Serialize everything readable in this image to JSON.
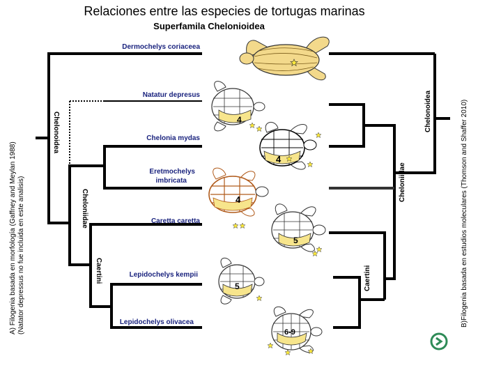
{
  "title": "Relaciones entre las especies de tortugas marinas",
  "subtitle": "Superfamila Chelonioidea",
  "left_caption_line1": "A) Filogenia basada en morfología (Gaffney and Meylan 1988)",
  "left_caption_line2": "(Natator depressus no fue incluida en este analisis)",
  "right_caption": "B)Filogenia basada en estudios moleculares (Thomson and Shaffer 2010)",
  "species": {
    "dermochelys": "Dermochelys  coriaceea",
    "natator": "Natatur depresus",
    "chelonia": "Chelonia mydas",
    "eretmochelys_line1": "Eretmochelys",
    "eretmochelys_line2": "imbricata",
    "caretta": "Caretta caretta",
    "lepidochelys_kempii": "Lepidochelys kempii",
    "lepidochelys_olivacea": "Lepidochelys olivacea"
  },
  "clades_left": {
    "chelonioidea": "Chelonoidea",
    "cheloniidae": "Cheloniidae",
    "caertini": "Caertini"
  },
  "clades_right": {
    "chelonioidea": "Chelonoidea",
    "cheloniidae": "Cheloniidae",
    "caertini": "Caertini"
  },
  "scute_counts": {
    "natator": "4",
    "chelonia": "4",
    "eretmochelys": "4",
    "caretta": "5",
    "kempii": "5",
    "olivacea": "6-9"
  },
  "colors": {
    "species_label": "#1a237e",
    "tree_line": "#000000",
    "scute_fill": "#f7e58c",
    "star": "#ffeb3b",
    "logo": "#2e8b57"
  },
  "icons": {
    "turtle": "sea-turtle-icon",
    "star": "star-icon",
    "logo": "circle-logo-icon"
  }
}
